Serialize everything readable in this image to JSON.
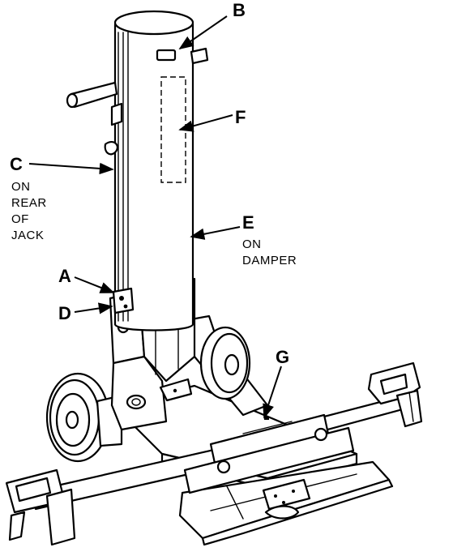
{
  "labels": {
    "A": "A",
    "B": "B",
    "C": "C",
    "D": "D",
    "E": "E",
    "F": "F",
    "G": "G"
  },
  "notes": {
    "c_note": [
      "ON",
      "REAR",
      "OF",
      "JACK"
    ],
    "e_note": [
      "ON",
      "DAMPER"
    ]
  },
  "colors": {
    "ink": "#000000",
    "paper": "#ffffff"
  }
}
